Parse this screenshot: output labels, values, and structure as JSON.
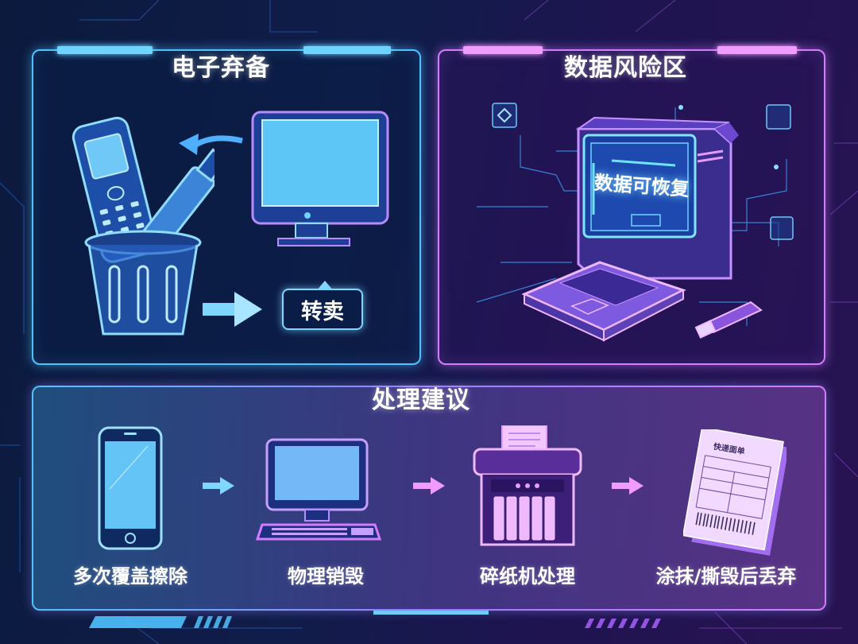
{
  "theme": {
    "accent_blue": "#4fc3ff",
    "accent_pink": "#d47cff",
    "background_left": "#0b1a3d",
    "background_right": "#281352",
    "text": "#ffffff"
  },
  "panels": {
    "e_waste": {
      "title": "电子弃备",
      "items": [
        {
          "icon": "feature-phone-icon",
          "label": ""
        },
        {
          "icon": "usb-drive-icon",
          "label": ""
        },
        {
          "icon": "trash-bin-icon",
          "label": ""
        },
        {
          "icon": "monitor-icon",
          "label": ""
        },
        {
          "icon": "curved-arrow-icon",
          "label": ""
        },
        {
          "icon": "right-arrow-icon",
          "label": ""
        }
      ],
      "resell_tag": "转卖"
    },
    "data_risk": {
      "title": "数据风险区",
      "screen_text": "数据可恢复",
      "items": [
        {
          "icon": "desktop-computer-icon"
        },
        {
          "icon": "keyboard-icon"
        },
        {
          "icon": "usb-drive-icon"
        },
        {
          "icon": "circuit-node-icon"
        }
      ]
    },
    "advice": {
      "title": "处理建议",
      "steps": [
        {
          "icon": "smartphone-icon",
          "label": "多次覆盖擦除"
        },
        {
          "icon": "desktop-computer-icon",
          "label": "物理销毁"
        },
        {
          "icon": "paper-shredder-icon",
          "label": "碎纸机处理"
        },
        {
          "icon": "shipping-label-icon",
          "label": "涂抹/撕毁后丢弃",
          "doc_title": "快递面单"
        }
      ]
    }
  }
}
